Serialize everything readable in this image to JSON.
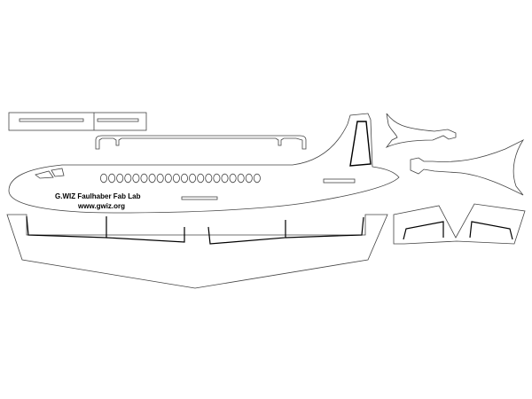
{
  "template": {
    "title_line": "G.WIZ Faulhaber Fab Lab",
    "url_line": "www.gwiz.org",
    "window_count": 20
  },
  "colors": {
    "outline": "#444444",
    "heavy_outline": "#000000",
    "background": "#ffffff"
  },
  "parts": [
    "tab-strip",
    "top-rail",
    "fuselage",
    "tail-fin",
    "main-wing",
    "tail-wing",
    "stabilizer-upper",
    "stabilizer-lower"
  ]
}
